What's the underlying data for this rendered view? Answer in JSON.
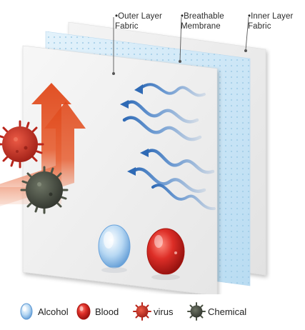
{
  "labels": {
    "outer_layer": "•Outer Layer\nFabric",
    "membrane": "•Breathable\nMembrane",
    "inner_layer": "•Inner Layer\nFabric"
  },
  "legend": {
    "alcohol": "Alcohol",
    "blood": "Blood",
    "virus": "virus",
    "chemical": "Chemical"
  },
  "colors": {
    "fabric": "#efefef",
    "membrane": "#cfe7f7",
    "membrane_dots": "#9fcbe6",
    "airflow": "#3a78c2",
    "blocked_arrow": "#e0481a",
    "blood": "#d92a24",
    "alcohol": "#7fb4e6",
    "virus": "#c4281e",
    "chemical": "#4a4f44"
  }
}
